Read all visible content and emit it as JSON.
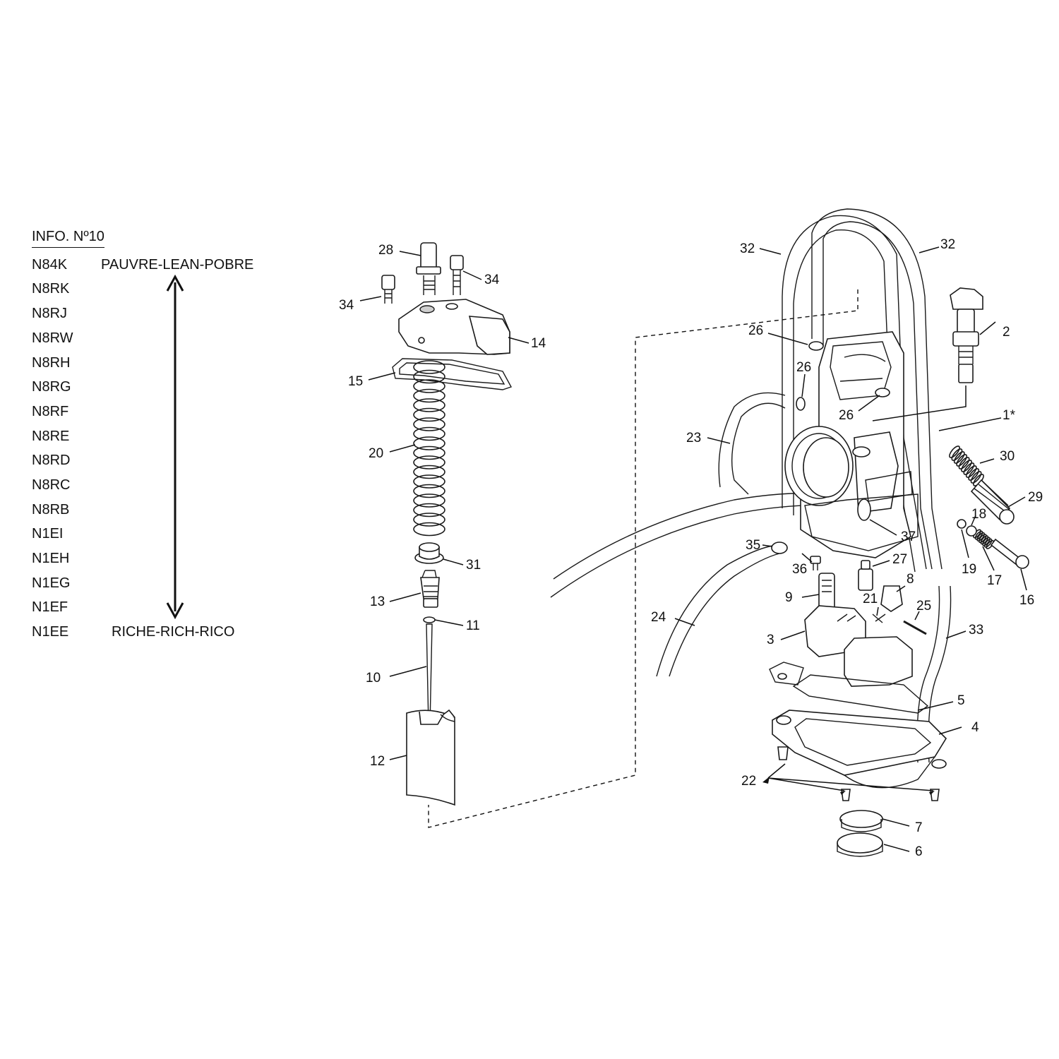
{
  "info": {
    "title": "INFO. Nº10",
    "needles": [
      "N84K",
      "N8RK",
      "N8RJ",
      "N8RW",
      "N8RH",
      "N8RG",
      "N8RF",
      "N8RE",
      "N8RD",
      "N8RC",
      "N8RB",
      "N1EI",
      "N1EH",
      "N1EG",
      "N1EF",
      "N1EE"
    ],
    "lean_label": "PAUVRE-LEAN-POBRE",
    "rich_label": "RICHE-RICH-RICO"
  },
  "callouts": {
    "c1": "1*",
    "c2": "2",
    "c3": "3",
    "c4": "4",
    "c5": "5",
    "c6": "6",
    "c7": "7",
    "c8": "8",
    "c9": "9",
    "c10": "10",
    "c11": "11",
    "c12": "12",
    "c13": "13",
    "c14": "14",
    "c15": "15",
    "c16": "16",
    "c17": "17",
    "c18": "18",
    "c19": "19",
    "c20": "20",
    "c21": "21",
    "c22": "22",
    "c23": "23",
    "c24": "24",
    "c25": "25",
    "c26a": "26",
    "c26b": "26",
    "c26c": "26",
    "c27": "27",
    "c28": "28",
    "c29": "29",
    "c30": "30",
    "c31": "31",
    "c32a": "32",
    "c32b": "32",
    "c33": "33",
    "c34a": "34",
    "c34b": "34",
    "c35": "35",
    "c36": "36",
    "c37": "37"
  }
}
